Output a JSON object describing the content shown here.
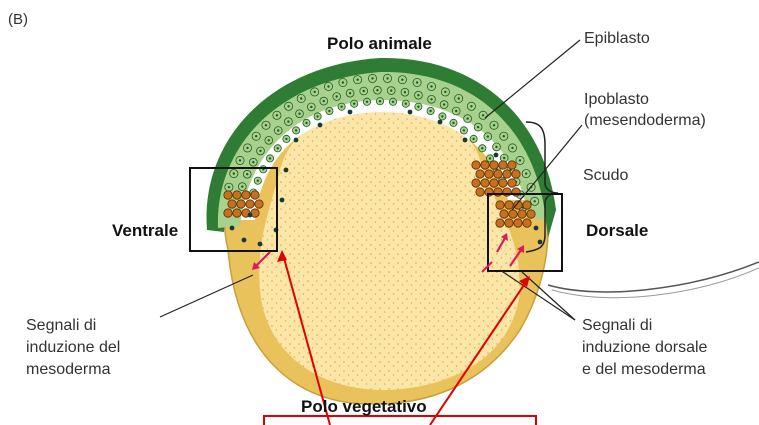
{
  "panel_label": "(B)",
  "labels": {
    "polo_animale": "Polo animale",
    "polo_vegetativo": "Polo vegetativo",
    "ventrale": "Ventrale",
    "dorsale": "Dorsale",
    "epiblasto": "Epiblasto",
    "ipoblasto_line1": "Ipoblasto",
    "ipoblasto_line2": "(mesendoderma)",
    "scudo": "Scudo",
    "segnali_ventrali": [
      "Segnali di",
      "induzione del",
      "mesoderma"
    ],
    "segnali_dorsali": [
      "Segnali di",
      "induzione dorsale",
      "e del mesoderma"
    ]
  },
  "colors": {
    "epiblast_fill": "#2f7d34",
    "epiblast_cell": "#a8d18d",
    "hypoblast_cell": "#c9701e",
    "yolk": "#fbe6a8",
    "yolk_rim": "#e9c25c",
    "signal_arrow": "#e0195a",
    "annotation_red": "#e00000",
    "box": "#111111"
  }
}
